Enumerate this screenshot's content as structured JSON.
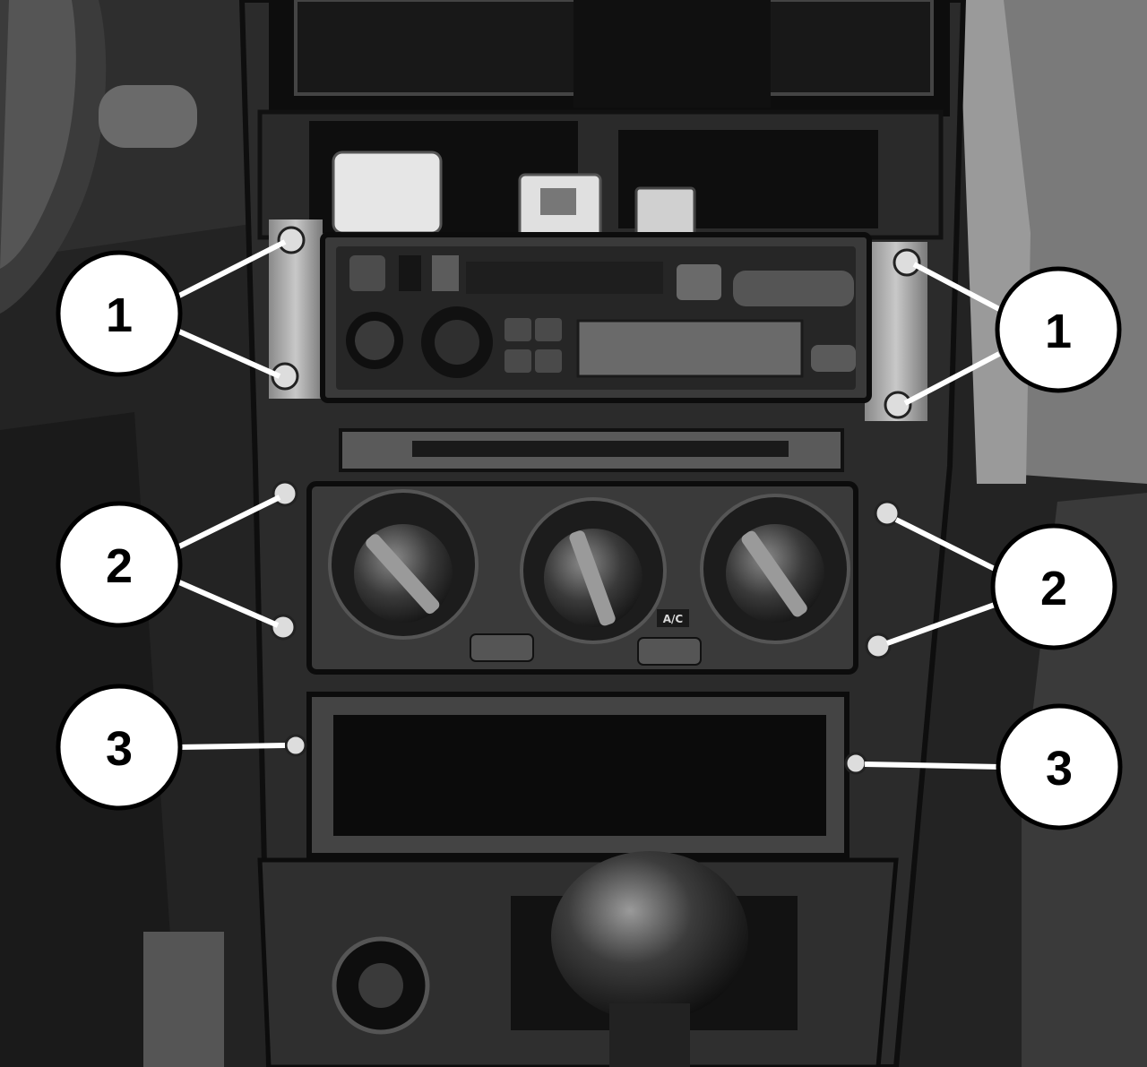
{
  "figure": {
    "callouts": [
      {
        "id": "left-1",
        "label": "1"
      },
      {
        "id": "right-1",
        "label": "1"
      },
      {
        "id": "left-2",
        "label": "2"
      },
      {
        "id": "right-2",
        "label": "2"
      },
      {
        "id": "left-3",
        "label": "3"
      },
      {
        "id": "right-3",
        "label": "3"
      }
    ],
    "climate_panel": {
      "ac_label": "A/C"
    },
    "colors": {
      "callout_fill": "#ffffff",
      "callout_stroke": "#000000",
      "leader_line": "#ffffff",
      "photo_dark": "#1c1c1c"
    }
  }
}
